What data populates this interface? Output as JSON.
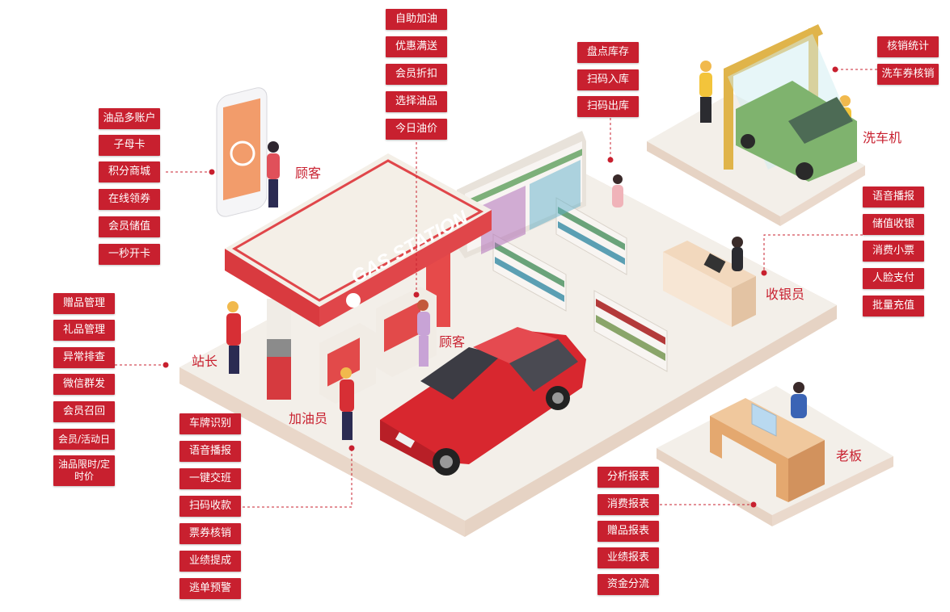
{
  "colors": {
    "accent": "#c8202f",
    "platform": "#f2ede6",
    "edge": "#e4cdbc",
    "label_text": "#ffffff"
  },
  "roles": {
    "customer_phone": "顾客",
    "customer_pump": "顾客",
    "station_master": "站长",
    "attendant": "加油员",
    "cashier": "收银员",
    "car_wash": "洗车机",
    "boss": "老板"
  },
  "canopy_sign": "GAS STATION",
  "groups": {
    "top_center": [
      "自助加油",
      "优惠满送",
      "会员折扣",
      "选择油品",
      "今日油价"
    ],
    "top_store": [
      "盘点库存",
      "扫码入库",
      "扫码出库"
    ],
    "car_wash": [
      "核销统计",
      "洗车券核销"
    ],
    "customer": [
      "油品多账户",
      "子母卡",
      "积分商城",
      "在线领券",
      "会员储值",
      "一秒开卡"
    ],
    "station_master": [
      "赠品管理",
      "礼品管理",
      "异常排查",
      "微信群发",
      "会员召回",
      "会员/活动日",
      "油品限时/定时价"
    ],
    "attendant": [
      "车牌识别",
      "语音播报",
      "一键交班",
      "扫码收款",
      "票券核销",
      "业绩提成",
      "逃单预警"
    ],
    "cashier": [
      "语音播报",
      "储值收银",
      "消费小票",
      "人脸支付",
      "批量充值"
    ],
    "boss": [
      "分析报表",
      "消费报表",
      "赠品报表",
      "业绩报表",
      "资金分流"
    ]
  }
}
